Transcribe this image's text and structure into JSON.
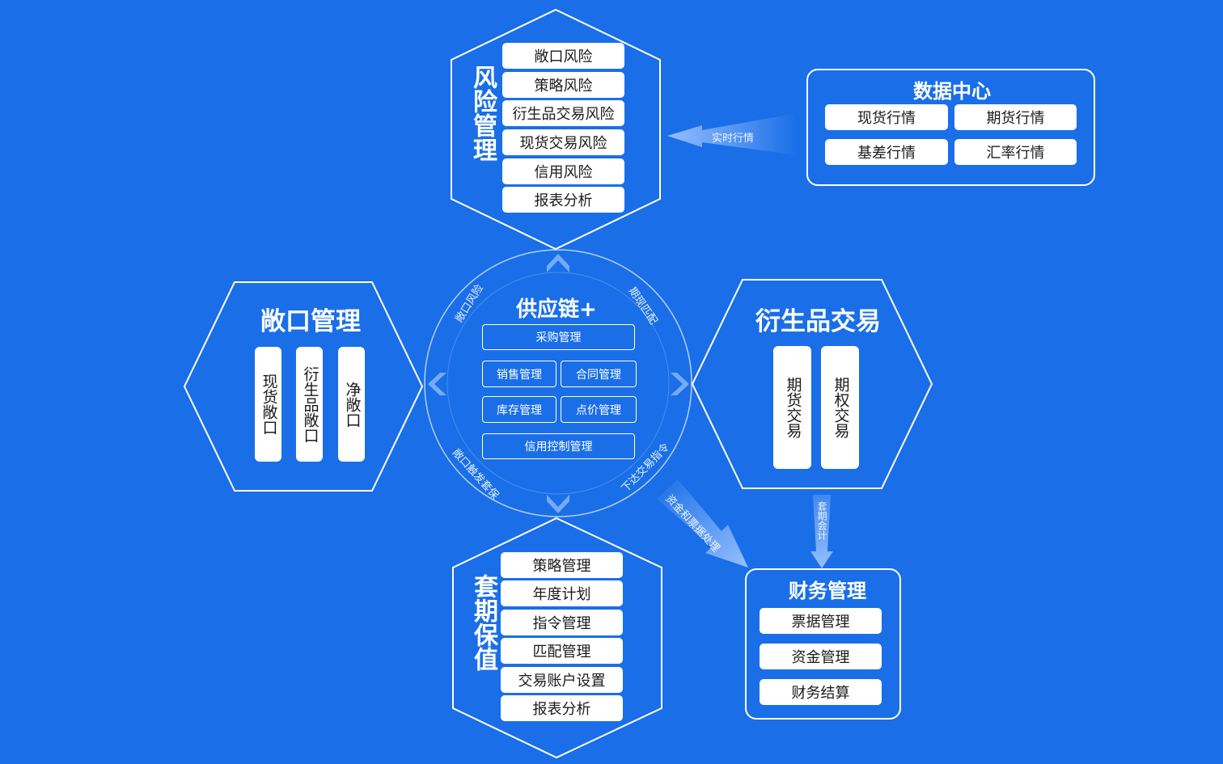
{
  "center": {
    "title": "供应链+",
    "items": [
      "采购管理",
      "销售管理",
      "合同管理",
      "库存管理",
      "点价管理",
      "信用控制管理"
    ],
    "ring_labels": {
      "top_left": "敞口风险",
      "top_right": "期现匹配",
      "bottom_left": "敞口触发套保",
      "bottom_right": "下达交易指令"
    }
  },
  "risk": {
    "title": "风险管理",
    "items": [
      "敞口风险",
      "策略风险",
      "衍生品交易风险",
      "现货交易风险",
      "信用风险",
      "报表分析"
    ]
  },
  "exposure": {
    "title": "敞口管理",
    "items": [
      "现货敞口",
      "衍生品敞口",
      "净敞口"
    ]
  },
  "derivatives": {
    "title": "衍生品交易",
    "items": [
      "期货交易",
      "期权交易"
    ]
  },
  "hedging": {
    "title": "套期保值",
    "items": [
      "策略管理",
      "年度计划",
      "指令管理",
      "匹配管理",
      "交易账户设置",
      "报表分析"
    ]
  },
  "data_center": {
    "title": "数据中心",
    "items": [
      "现货行情",
      "期货行情",
      "基差行情",
      "汇率行情"
    ]
  },
  "finance": {
    "title": "财务管理",
    "items": [
      "票据管理",
      "资金管理",
      "财务结算"
    ]
  },
  "arrows": {
    "realtime": "实时行情",
    "fund": "资金和票据处理",
    "accounting": "套期会计"
  },
  "colors": {
    "background": "#1a6fe8",
    "line": "#ffffff",
    "arrow": "#8fb8f5"
  }
}
